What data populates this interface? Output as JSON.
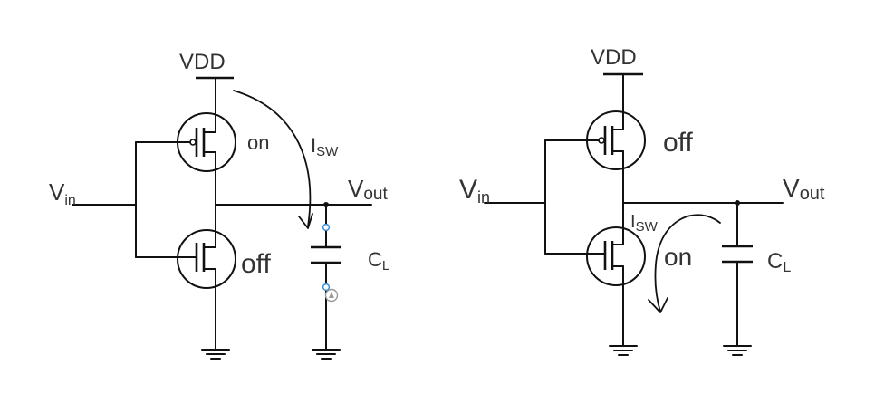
{
  "left": {
    "vdd": "VDD",
    "vin_main": "V",
    "vin_sub": "in",
    "vout_main": "V",
    "vout_sub": "out",
    "pmos_state": "on",
    "nmos_state": "off",
    "isw_main": "I",
    "isw_sub": "SW",
    "cl_main": "C",
    "cl_sub": "L"
  },
  "right": {
    "vdd": "VDD",
    "vin_main": "V",
    "vin_sub": "in",
    "vout_main": "V",
    "vout_sub": "out",
    "pmos_state": "off",
    "nmos_state": "on",
    "isw_main": "I",
    "isw_sub": "SW",
    "cl_main": "C",
    "cl_sub": "L"
  },
  "colors": {
    "wire": "#111111",
    "text": "#333333",
    "handle": "#3a8fd6"
  }
}
